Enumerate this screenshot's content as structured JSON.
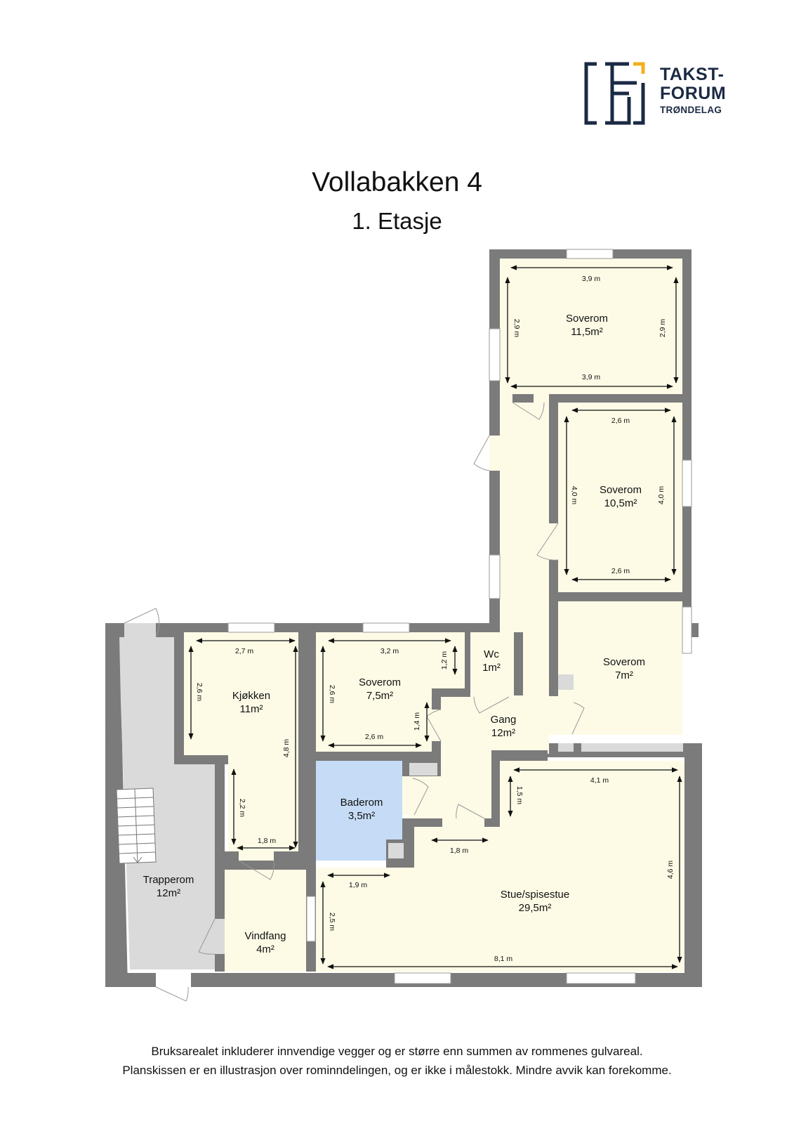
{
  "logo": {
    "line1": "TAKST-",
    "line2": "FORUM",
    "line3": "TRØNDELAG",
    "colors": {
      "navy": "#1b2a44",
      "accent": "#f2b01e"
    }
  },
  "header": {
    "title": "Vollabakken 4",
    "subtitle": "1. Etasje"
  },
  "colors": {
    "wall": "#7b7b7b",
    "room": "#fdfbe6",
    "bath": "#c6dcf6",
    "stair_room": "#dadada"
  },
  "rooms": [
    {
      "id": "soverom-1",
      "name": "Soverom",
      "area": "11,5m²",
      "dims": [
        "3,9 m",
        "3,9 m",
        "2,9 m",
        "2,9 m"
      ]
    },
    {
      "id": "soverom-2",
      "name": "Soverom",
      "area": "10,5m²",
      "dims": [
        "2,6 m",
        "2,6 m",
        "4,0 m",
        "4,0 m"
      ]
    },
    {
      "id": "soverom-3",
      "name": "Soverom",
      "area": "7m²",
      "dims": []
    },
    {
      "id": "kjokken",
      "name": "Kjøkken",
      "area": "11m²",
      "dims": [
        "2,7 m",
        "2,6 m",
        "4,8 m",
        "2,2 m",
        "1,8 m"
      ]
    },
    {
      "id": "soverom-4",
      "name": "Soverom",
      "area": "7,5m²",
      "dims": [
        "3,2 m",
        "1,2 m",
        "2,6 m",
        "2,6 m",
        "1,4 m"
      ]
    },
    {
      "id": "wc",
      "name": "Wc",
      "area": "1m²",
      "dims": []
    },
    {
      "id": "gang",
      "name": "Gang",
      "area": "12m²",
      "dims": [
        "1,8 m"
      ]
    },
    {
      "id": "baderom",
      "name": "Baderom",
      "area": "3,5m²",
      "dims": []
    },
    {
      "id": "trapperom",
      "name": "Trapperom",
      "area": "12m²",
      "dims": []
    },
    {
      "id": "vindfang",
      "name": "Vindfang",
      "area": "4m²",
      "dims": []
    },
    {
      "id": "stue",
      "name": "Stue/spisestue",
      "area": "29,5m²",
      "dims": [
        "4,1 m",
        "1,5 m",
        "4,6 m",
        "1,9 m",
        "2,5 m",
        "8,1 m"
      ]
    }
  ],
  "footer": {
    "line1": "Bruksarealet inkluderer innvendige vegger og er større enn summen av rommenes gulvareal.",
    "line2": "Planskissen er en illustrasjon over rominndelingen, og er ikke i målestokk. Mindre avvik kan forekomme."
  }
}
